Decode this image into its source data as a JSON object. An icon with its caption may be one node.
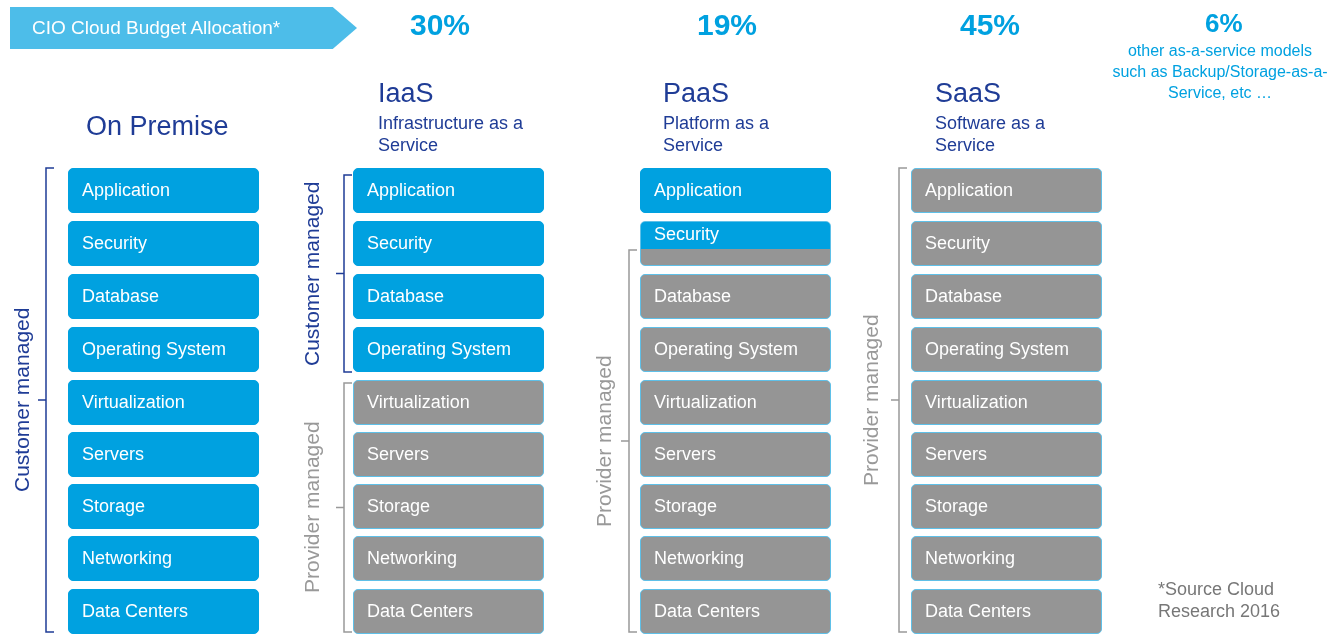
{
  "diagram": {
    "nodes": [
      {
        "text": [
          "Application"
        ]
      },
      {
        "text": [
          "Security"
        ]
      },
      {
        "text": [
          "Database"
        ]
      },
      {
        "text": [
          "Operating System"
        ]
      },
      {
        "text": [
          "Virtualization"
        ]
      },
      {
        "text": [
          "Servers"
        ]
      },
      {
        "text": [
          "Storage"
        ]
      },
      {
        "text": [
          "Networking"
        ]
      },
      {
        "text": [
          "Data Centers"
        ]
      },
      {
        "text": [
          "Application"
        ]
      },
      {
        "text": [
          "Security"
        ]
      },
      {
        "text": [
          "Database"
        ]
      },
      {
        "text": [
          "Operating System"
        ]
      },
      {
        "text": [
          "Virtualization"
        ]
      },
      {
        "text": [
          "Servers"
        ]
      },
      {
        "text": [
          "Storage"
        ]
      },
      {
        "text": [
          "Networking"
        ]
      },
      {
        "text": [
          "Data Centers"
        ]
      },
      {
        "text": [
          "Application"
        ]
      },
      {
        "text": [
          "Security"
        ]
      },
      {
        "text": [
          "Database"
        ]
      },
      {
        "text": [
          "Operating System"
        ]
      },
      {
        "text": [
          "Virtualization"
        ]
      },
      {
        "text": [
          "Servers"
        ]
      },
      {
        "text": [
          "Storage"
        ]
      },
      {
        "text": [
          "Networking"
        ]
      },
      {
        "text": [
          "Data Centers"
        ]
      },
      {
        "text": [
          "Application"
        ]
      },
      {
        "text": [
          "Security"
        ]
      },
      {
        "text": [
          "Database"
        ]
      },
      {
        "text": [
          "Operating System"
        ]
      },
      {
        "text": [
          "Virtualization"
        ]
      },
      {
        "text": [
          "Servers"
        ]
      },
      {
        "text": [
          "Storage"
        ]
      },
      {
        "text": [
          "Networking"
        ]
      },
      {
        "text": [
          "Data Centers"
        ]
      }
    ],
    "edges": [],
    "labels": [
      "CIO Cloud Budget Allocation*",
      "30%",
      "19%",
      "45%",
      "6%",
      "other as-a-service models such as Backup/Storage-as-a-Service, etc …",
      "On Premise",
      "IaaS",
      "Infrastructure as a Service",
      "PaaS",
      "Platform as a Service",
      "SaaS",
      "Software as a Service",
      "Customer managed",
      "Customer managed",
      "Provider managed",
      "Provider managed",
      "Provider managed",
      "*Source Cloud Research 2016"
    ]
  }
}
